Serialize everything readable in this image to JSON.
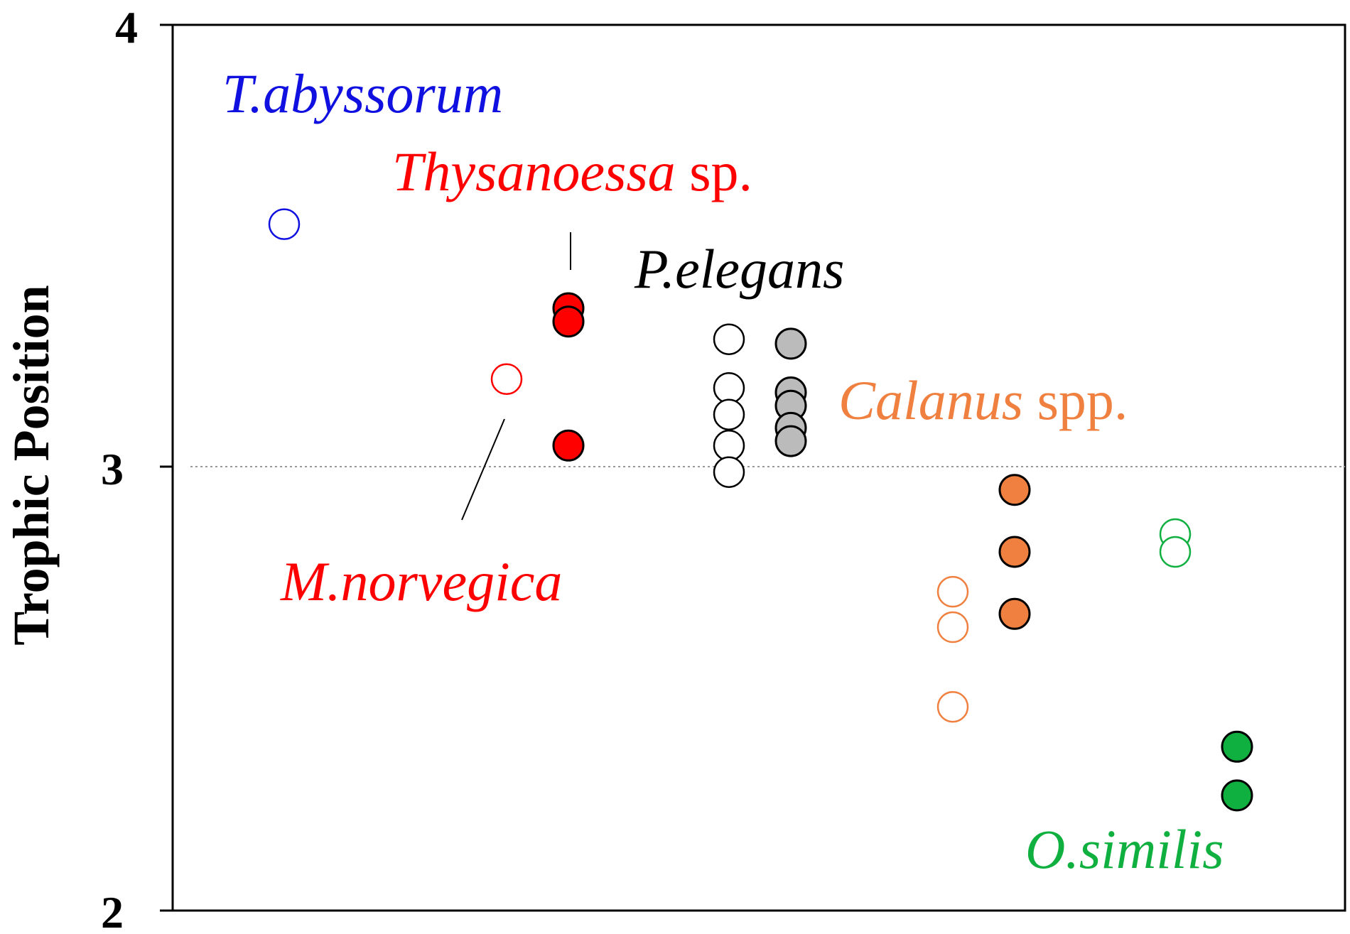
{
  "chart_data": {
    "type": "scatter",
    "title": "",
    "xlabel": "",
    "ylabel": "Trophic Position",
    "ylim": [
      2,
      4
    ],
    "yticks": [
      "2",
      "3",
      "4"
    ],
    "reference_line": {
      "y": 3,
      "style": "dotted"
    },
    "colors": {
      "T.abyssorum": "#1010e0",
      "Thysanoessa": "#ff0000",
      "M.norvegica": "#ff0000",
      "P.elegans": "#000000",
      "P.elegans_fill": "#bbbbbb",
      "Calanus": "#f08040",
      "O.similis": "#10b040"
    },
    "labels": {
      "t_abyssorum": "T.abyssorum",
      "thysanoessa_italic": "Thysanoessa",
      "thysanoessa_rest": " sp.",
      "p_elegans": "P.elegans",
      "calanus_italic": "Calanus",
      "calanus_rest": " spp.",
      "m_norvegica": "M.norvegica",
      "o_similis": "O.similis"
    },
    "groups": [
      {
        "id": "t-abyssorum-open",
        "species": "T.abyssorum",
        "fill": "open",
        "color": "#1010e0",
        "x": 1,
        "values": [
          3.55
        ]
      },
      {
        "id": "m-norvegica-open",
        "species": "M.norvegica",
        "fill": "open",
        "color": "#ff0000",
        "x": 2,
        "values": [
          3.2
        ]
      },
      {
        "id": "thysanoessa-filled",
        "species": "Thysanoessa sp.",
        "fill": "filled",
        "color": "#ff0000",
        "x": 3,
        "values": [
          3.36,
          3.33,
          3.05
        ]
      },
      {
        "id": "p-elegans-open",
        "species": "P.elegans",
        "fill": "open",
        "color": "#000000",
        "x": 4,
        "values": [
          3.29,
          3.18,
          3.12,
          3.05,
          2.99
        ]
      },
      {
        "id": "p-elegans-filled",
        "species": "P.elegans",
        "fill": "filled",
        "color": "#bbbbbb",
        "x": 5,
        "values": [
          3.28,
          3.17,
          3.14,
          3.09,
          3.06
        ]
      },
      {
        "id": "calanus-open",
        "species": "Calanus spp.",
        "fill": "open",
        "color": "#f08040",
        "x": 6,
        "values": [
          2.72,
          2.64,
          2.46
        ]
      },
      {
        "id": "calanus-filled",
        "species": "Calanus spp.",
        "fill": "filled",
        "color": "#f08040",
        "x": 7,
        "values": [
          2.95,
          2.81,
          2.67
        ]
      },
      {
        "id": "o-similis-open",
        "species": "O.similis",
        "fill": "open",
        "color": "#10b040",
        "x": 8,
        "values": [
          2.85,
          2.81
        ]
      },
      {
        "id": "o-similis-filled",
        "species": "O.similis",
        "fill": "filled",
        "color": "#10b040",
        "x": 9,
        "values": [
          2.37,
          2.26
        ]
      }
    ]
  }
}
